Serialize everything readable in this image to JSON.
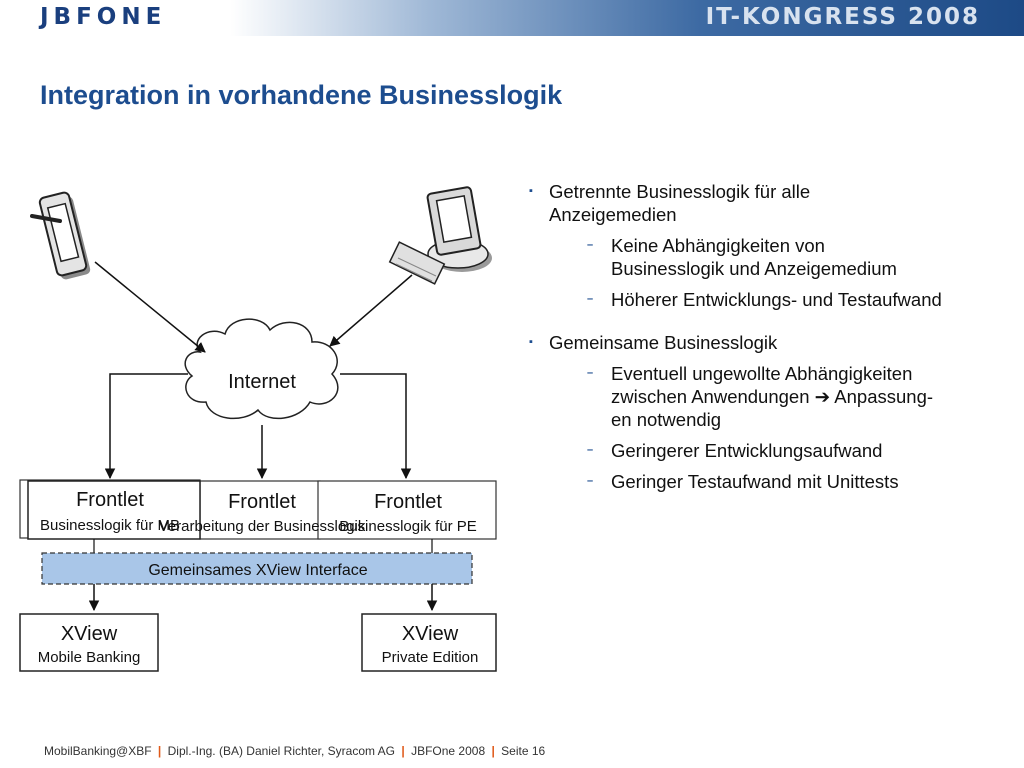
{
  "header": {
    "logo": "JBFONE",
    "event": "IT-KONGRESS 2008"
  },
  "title": "Integration in vorhandene Businesslogik",
  "diagram": {
    "internet": "Internet",
    "frontlet_left": {
      "title": "Frontlet",
      "subtitle": "Businesslogik für MB"
    },
    "frontlet_center": {
      "title": "Frontlet",
      "subtitle": "Verarbeitung der Businesslogik"
    },
    "frontlet_right": {
      "title": "Frontlet",
      "subtitle": "Businesslogik für PE"
    },
    "interface": "Gemeinsames XView Interface",
    "xview_left": {
      "title": "XView",
      "subtitle": "Mobile Banking"
    },
    "xview_right": {
      "title": "XView",
      "subtitle": "Private Edition"
    }
  },
  "bullets": [
    {
      "text_line1": "Getrennte Businesslogik für alle",
      "text_line2": "Anzeigemedien",
      "sub": [
        {
          "line1": "Keine Abhängigkeiten von",
          "line2": "Businesslogik und Anzeigemedium"
        },
        {
          "line1": "Höherer Entwicklungs- und Testaufwand"
        }
      ]
    },
    {
      "text_line1": "Gemeinsame Businesslogik",
      "sub": [
        {
          "line1": "Eventuell ungewollte Abhängigkeiten",
          "line2": "zwischen Anwendungen",
          "arrow": "➔",
          "line2b": "Anpassung-",
          "line3": "en notwendig"
        },
        {
          "line1": "Geringerer Entwicklungsaufwand"
        },
        {
          "line1": "Geringer Testaufwand mit Unittests"
        }
      ]
    }
  ],
  "bullet_marker": "▪",
  "dash_marker": "–",
  "footer": {
    "part1": "MobilBanking@XBF",
    "part2": "Dipl.-Ing. (BA) Daniel Richter, Syracom AG",
    "part3": "JBFOne 2008",
    "part4": "Seite 16",
    "separator": "|"
  }
}
